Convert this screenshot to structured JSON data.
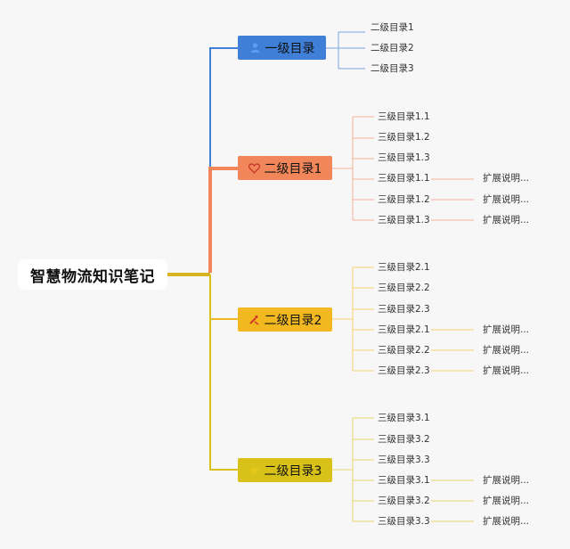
{
  "root": {
    "title": "智慧物流知识笔记"
  },
  "branches": [
    {
      "label": "一级目录",
      "icon": "person-icon",
      "color": "#3f7fd8",
      "children": [
        "二级目录1",
        "二级目录2",
        "二级目录3"
      ],
      "extensions": []
    },
    {
      "label": "二级目录1",
      "icon": "heart-icon",
      "color": "#f08659",
      "children": [
        "三级目录1.1",
        "三级目录1.2",
        "三级目录1.3",
        "三级目录1.1",
        "三级目录1.2",
        "三级目录1.3"
      ],
      "extensions": [
        "扩展说明...",
        "扩展说明...",
        "扩展说明..."
      ]
    },
    {
      "label": "二级目录2",
      "icon": "tools-icon",
      "color": "#f2b820",
      "children": [
        "三级目录2.1",
        "三级目录2.2",
        "三级目录2.3",
        "三级目录2.1",
        "三级目录2.2",
        "三级目录2.3"
      ],
      "extensions": [
        "扩展说明...",
        "扩展说明...",
        "扩展说明..."
      ]
    },
    {
      "label": "二级目录3",
      "icon": "star-icon",
      "color": "#d8c118",
      "children": [
        "三级目录3.1",
        "三级目录3.2",
        "三级目录3.3",
        "三级目录3.1",
        "三级目录3.2",
        "三级目录3.3"
      ],
      "extensions": [
        "扩展说明...",
        "扩展说明...",
        "扩展说明..."
      ]
    }
  ]
}
